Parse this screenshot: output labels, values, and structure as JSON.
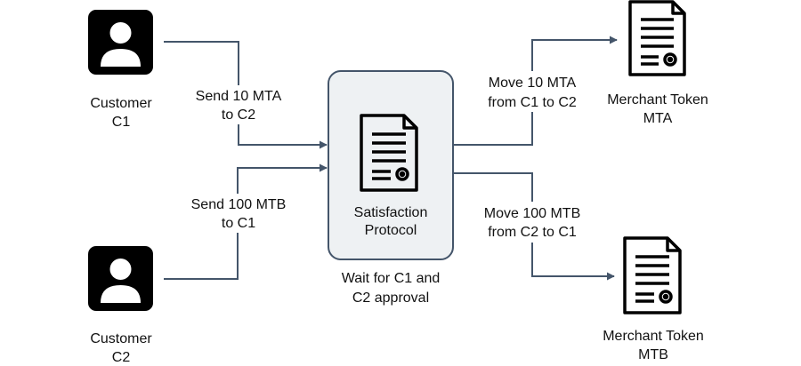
{
  "customers": [
    {
      "line1": "Customer",
      "line2": "C1"
    },
    {
      "line1": "Customer",
      "line2": "C2"
    }
  ],
  "edges": {
    "c1_to_protocol": {
      "line1": "Send 10 MTA",
      "line2": "to C2"
    },
    "c2_to_protocol": {
      "line1": "Send 100 MTB",
      "line2": "to C1"
    },
    "protocol_to_mta": {
      "line1": "Move 10 MTA",
      "line2": "from C1 to C2"
    },
    "protocol_to_mtb": {
      "line1": "Move 100 MTB",
      "line2": "from C2 to C1"
    }
  },
  "protocol": {
    "line1": "Satisfaction",
    "line2": "Protocol",
    "note_line1": "Wait for C1 and",
    "note_line2": "C2 approval"
  },
  "tokens": [
    {
      "line1": "Merchant Token",
      "line2": "MTA"
    },
    {
      "line1": "Merchant Token",
      "line2": "MTB"
    }
  ],
  "colors": {
    "arrow": "#44556a",
    "protocol_fill": "#eef1f3",
    "protocol_stroke": "#44556a",
    "icon": "#000000"
  },
  "icons": [
    "user-icon",
    "document-icon"
  ]
}
